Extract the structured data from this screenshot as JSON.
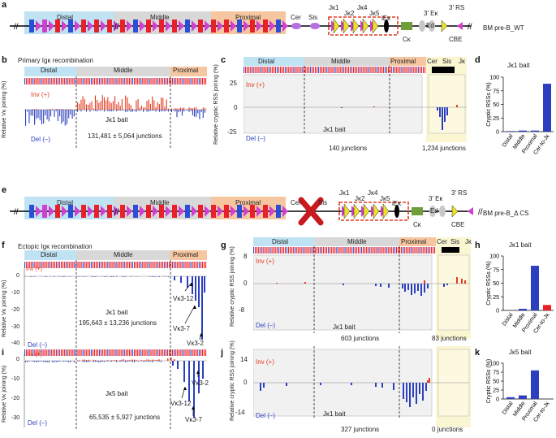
{
  "panels": {
    "a": {
      "letter": "a",
      "regions": [
        "Distal",
        "Middle",
        "Proximal"
      ],
      "cer": "Cer",
      "sis": "Sis",
      "jk": [
        "Jκ1",
        "Jκ2",
        "Jκ4",
        "Jκ5"
      ],
      "iek": "iEκ",
      "ck": "Cκ",
      "ek3": "3′ Eκ",
      "ed": "Ed",
      "rs3": "3′ RS",
      "cbe": "CBE",
      "name": "BM pre-B_WT"
    },
    "b": {
      "letter": "b",
      "title": "Primary Igκ recombination",
      "regions": [
        "Distal",
        "Middle",
        "Proximal"
      ],
      "inv": "Inv (+)",
      "del": "Del (–)",
      "ylabel": "Relative Vκ joining (%)",
      "bait": "Jκ1 bait",
      "junctions": "131,481 ± 5,064 junctions"
    },
    "c": {
      "letter": "c",
      "regions": [
        "Distal",
        "Middle",
        "Proximal",
        "Cer",
        "Sis",
        "Jκ"
      ],
      "inv": "Inv (+)",
      "del": "Del (–)",
      "ylabel": "Relative cryptic RSS joining (%)",
      "yticks": [
        "25",
        "0",
        "-25"
      ],
      "bait": "Jκ1 bait",
      "junctions_left": "140 junctions",
      "junctions_right": "1,234 junctions"
    },
    "d": {
      "letter": "d",
      "bait": "Jκ1 bait",
      "ylabel": "Cryptic RSSs (%)",
      "yticks": [
        "100",
        "75",
        "50",
        "25",
        "0"
      ],
      "categories": [
        "Distal",
        "Middle",
        "Proximal",
        "Cer-to-Jκ"
      ]
    },
    "e": {
      "letter": "e",
      "regions": [
        "Distal",
        "Middle",
        "Proximal"
      ],
      "cer": "Cer",
      "sis": "Sis",
      "jk": [
        "Jκ1",
        "Jκ2",
        "Jκ4",
        "Jκ5"
      ],
      "iek": "iEκ",
      "ck": "Cκ",
      "ek3": "3′ Eκ",
      "ed": "Ed",
      "rs3": "3′ RS",
      "cbe": "CBE",
      "name": "BM pre-B_Δ CS"
    },
    "f": {
      "letter": "f",
      "title": "Ectopic Igκ recombination",
      "regions": [
        "Distal",
        "Middle",
        "Proximal"
      ],
      "inv": "Inv (+)",
      "del": "Del (–)",
      "ylabel": "Relative Vκ joining (%)",
      "yticks": [
        "0",
        "-10",
        "-20",
        "-30",
        "-40"
      ],
      "bait": "Jκ1 bait",
      "junctions": "195,643 ± 13,236 junctions",
      "annotations": [
        "Vκ3-12",
        "Vκ3-7",
        "Vκ3-2"
      ]
    },
    "g": {
      "letter": "g",
      "regions": [
        "Distal",
        "Middle",
        "Proximal",
        "Cer",
        "Sis",
        "Jκ"
      ],
      "inv": "Inv (+)",
      "del": "Del (–)",
      "ylabel": "Relative cryptic RSS joining (%)",
      "yticks": [
        "8",
        "0",
        "-8"
      ],
      "bait": "Jκ1 bait",
      "junctions_left": "603 junctions",
      "junctions_right": "83 junctions"
    },
    "h": {
      "letter": "h",
      "bait": "Jκ1 bait",
      "ylabel": "Cryptic RSSs (%)",
      "yticks": [
        "100",
        "75",
        "50",
        "25",
        "0"
      ],
      "categories": [
        "Distal",
        "Middle",
        "Proximal",
        "Cer-to-Jκ"
      ]
    },
    "i": {
      "letter": "i",
      "inv": "Inv (+)",
      "del": "Del (–)",
      "ylabel": "Relative Vκ joining (%)",
      "yticks": [
        "0",
        "-10",
        "-20",
        "-30"
      ],
      "bait": "Jκ5 bait",
      "junctions": "65,535 ± 5,927 junctions",
      "annotations": [
        "Vκ3-12",
        "Vκ3-7",
        "Vκ3-2"
      ]
    },
    "j": {
      "letter": "j",
      "inv": "Inv (+)",
      "del": "Del (–)",
      "ylabel": "Relative cryptic RSS joining (%)",
      "yticks": [
        "14",
        "0",
        "-14"
      ],
      "bait": "Jκ1 bait",
      "junctions_left": "327 junctions",
      "junctions_right": "0 junctions"
    },
    "k": {
      "letter": "k",
      "bait": "Jκ5 bait",
      "ylabel": "Cryptic RSSs (%)",
      "yticks": [
        "100",
        "75",
        "50",
        "25",
        "0"
      ],
      "categories": [
        "Distal",
        "Middle",
        "Proximal",
        "Cer-to-Jκ"
      ]
    }
  },
  "colors": {
    "distal": "#bfe3f3",
    "middle": "#d8d8d8",
    "proximal": "#f6c6a0",
    "sis_zone": "#fbf6d2",
    "inv": "#e53a1e",
    "del": "#2b3fbf",
    "v_red": "#e8202a",
    "v_blue": "#2a4fd6",
    "v_magenta": "#d23fd0",
    "j_yellow": "#ece02a",
    "cer_purple": "#b56fe0",
    "ck_green": "#6f9e3a"
  },
  "chart_data": [
    {
      "type": "bar",
      "panel": "d",
      "title": "Jκ1 bait",
      "ylabel": "Cryptic RSSs (%)",
      "ylim": [
        0,
        100
      ],
      "categories": [
        "Distal",
        "Middle",
        "Proximal",
        "Cer-to-Jκ"
      ],
      "series": [
        {
          "values": [
            1,
            2,
            2,
            88
          ]
        }
      ]
    },
    {
      "type": "bar",
      "panel": "h",
      "title": "Jκ1 bait",
      "ylabel": "Cryptic RSSs (%)",
      "ylim": [
        0,
        100
      ],
      "categories": [
        "Distal",
        "Middle",
        "Proximal",
        "Cer-to-Jκ"
      ],
      "series": [
        {
          "values": [
            0,
            3,
            82,
            10
          ]
        }
      ]
    },
    {
      "type": "bar",
      "panel": "k",
      "title": "Jκ5 bait",
      "ylabel": "Cryptic RSSs (%)",
      "ylim": [
        0,
        100
      ],
      "categories": [
        "Distal",
        "Middle",
        "Proximal",
        "Cer-to-Jκ"
      ],
      "series": [
        {
          "values": [
            5,
            10,
            80,
            0
          ]
        }
      ]
    }
  ]
}
